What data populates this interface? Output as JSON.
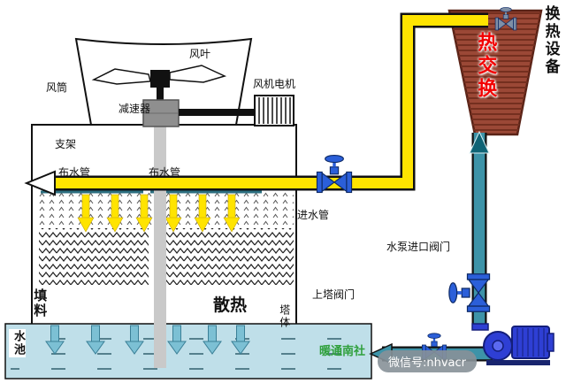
{
  "labels": {
    "fan_blade": "风叶",
    "fan_duct": "风筒",
    "reducer": "减速器",
    "fan_motor": "风机电机",
    "support": "支架",
    "dist_pipe_left": "布水管",
    "dist_pipe_right": "布水管",
    "inlet_pipe": "进水管",
    "fill_material": "填料",
    "heat_dissipation": "散热",
    "tower_body": "塔体",
    "pool": "水池",
    "pump_inlet_valve": "水泵进口阀门",
    "tower_valve": "上塔阀门",
    "hx_device": "换热设备",
    "heat_exchange": "热交换"
  },
  "watermark": {
    "brand": "暖通南社",
    "wechat": "微信号:nhvacr"
  },
  "colors": {
    "hot_pipe": "#ffe400",
    "cold_pipe": "#3d93a8",
    "heat_exchanger": "#9b4836",
    "heat_exchange_text": "#f20000",
    "pool_fill": "#bfdfe9",
    "pump_blue": "#2e3fd4",
    "valve_blue": "#2b5fd9",
    "watermark_green": "#2fa03c"
  }
}
